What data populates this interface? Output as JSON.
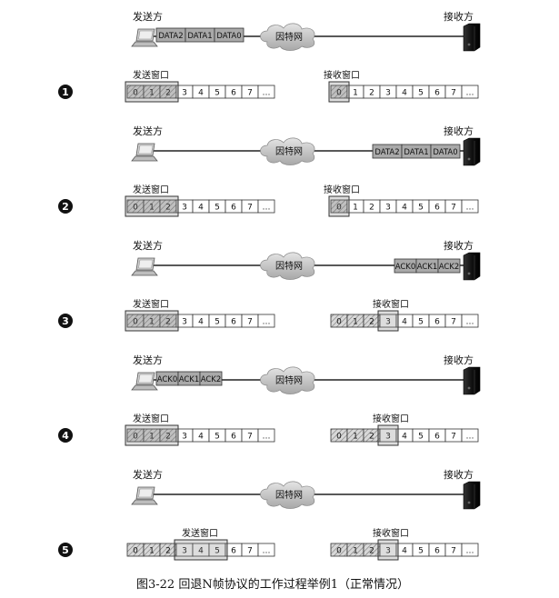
{
  "labels": {
    "sender": "发送方",
    "receiver": "接收方",
    "internet": "因特网",
    "send_window": "发送窗口",
    "recv_window": "接收窗口"
  },
  "cells": [
    "0",
    "1",
    "2",
    "3",
    "4",
    "5",
    "6",
    "7",
    "…"
  ],
  "caption": "图3-22   回退N帧协议的工作过程举例1（正常情况）",
  "steps": [
    {
      "number": "1",
      "sender_packets": [
        "DATA2",
        "DATA1",
        "DATA0"
      ],
      "receiver_packets": [],
      "send_window": {
        "start": 0,
        "size": 3,
        "sent_upto": 3,
        "hatched_upto": 3
      },
      "recv_window": {
        "start": 0,
        "size": 1,
        "hatched_upto": 1
      }
    },
    {
      "number": "2",
      "sender_packets": [],
      "receiver_packets": [
        "DATA2",
        "DATA1",
        "DATA0"
      ],
      "send_window": {
        "start": 0,
        "size": 3,
        "sent_upto": 3,
        "hatched_upto": 3
      },
      "recv_window": {
        "start": 0,
        "size": 1,
        "hatched_upto": 1
      }
    },
    {
      "number": "3",
      "sender_packets": [],
      "receiver_packets": [
        "ACK0",
        "ACK1",
        "ACK2"
      ],
      "send_window": {
        "start": 0,
        "size": 3,
        "sent_upto": 3,
        "hatched_upto": 3
      },
      "recv_window": {
        "start": 3,
        "size": 1,
        "hatched_upto": 3
      }
    },
    {
      "number": "4",
      "sender_packets": [
        "ACK0",
        "ACK1",
        "ACK2"
      ],
      "receiver_packets": [],
      "send_window": {
        "start": 0,
        "size": 3,
        "sent_upto": 3,
        "hatched_upto": 3
      },
      "recv_window": {
        "start": 3,
        "size": 1,
        "hatched_upto": 3
      }
    },
    {
      "number": "5",
      "sender_packets": [],
      "receiver_packets": [],
      "send_window": {
        "start": 3,
        "size": 3,
        "sent_upto": 3,
        "hatched_upto": 3
      },
      "recv_window": {
        "start": 3,
        "size": 1,
        "hatched_upto": 3
      }
    }
  ]
}
